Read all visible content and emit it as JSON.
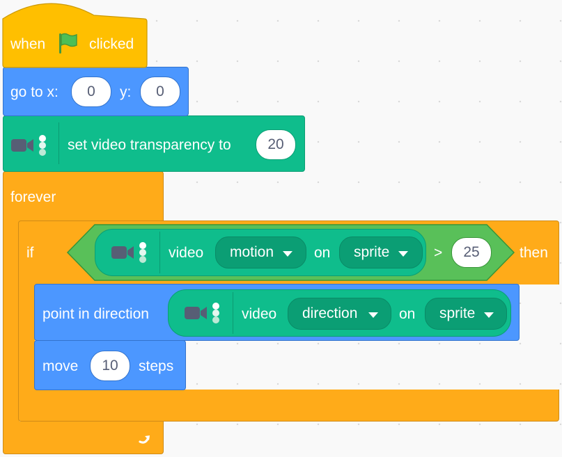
{
  "script": {
    "hat": {
      "when": "when",
      "clicked": "clicked"
    },
    "goto": {
      "label_x": "go to x:",
      "x": "0",
      "label_y": "y:",
      "y": "0"
    },
    "transparency": {
      "label": "set video transparency to",
      "value": "20"
    },
    "forever": {
      "label": "forever"
    },
    "if_block": {
      "if": "if",
      "video": "video",
      "attribute": "motion",
      "on": "on",
      "target": "sprite",
      "operator": ">",
      "threshold": "25",
      "then": "then"
    },
    "point": {
      "label": "point in direction",
      "video": "video",
      "attribute": "direction",
      "on": "on",
      "target": "sprite"
    },
    "move": {
      "move": "move",
      "steps_value": "10",
      "steps": "steps"
    }
  },
  "colors": {
    "events": "#ffbf00",
    "motion": "#4c97ff",
    "video_sensing": "#0fbd8c",
    "control": "#ffab19",
    "operators": "#59c059"
  },
  "icons": [
    "green-flag-icon",
    "video-camera-icon",
    "repeat-arrow-icon"
  ]
}
